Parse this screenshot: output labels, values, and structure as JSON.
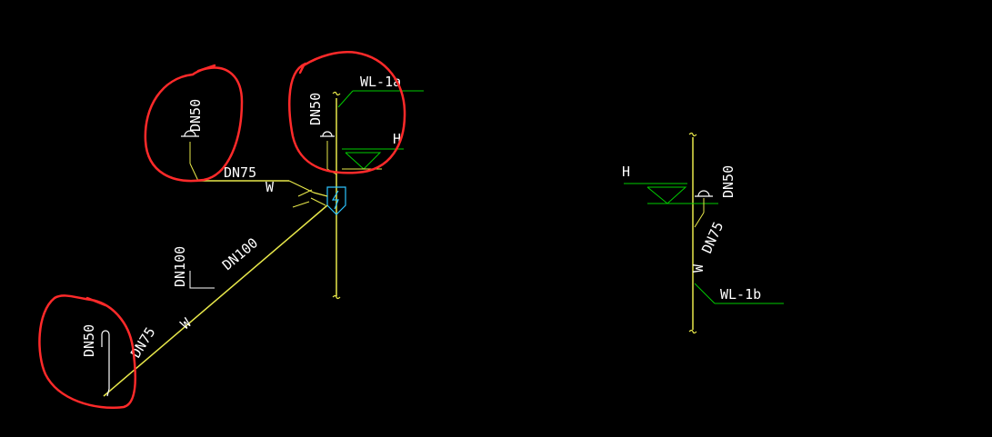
{
  "colors": {
    "background": "#000000",
    "pipe": "#e8e84a",
    "leader": "#00cc00",
    "annotation": "#ff2a2a",
    "text": "#ffffff",
    "symbol": "#2cc4ff"
  },
  "left_system": {
    "stack_tag": "WL-1a",
    "floor_mark": "H",
    "riser_trap_size": "DN50",
    "branch_trap_size": "DN50",
    "branch_pipe_size": "DN75",
    "branch_pipe_type": "W",
    "main_pipe_size": "DN100",
    "main_pipe_type": "W",
    "vertical_size": "DN100",
    "lower_pipe_size": "DN75",
    "bottom_trap_size": "DN50",
    "cleanout_icon": "lightning-cleanout-icon"
  },
  "right_system": {
    "stack_tag": "WL-1b",
    "floor_mark": "H",
    "trap_size": "DN50",
    "branch_size": "DN75",
    "pipe_type": "W"
  }
}
